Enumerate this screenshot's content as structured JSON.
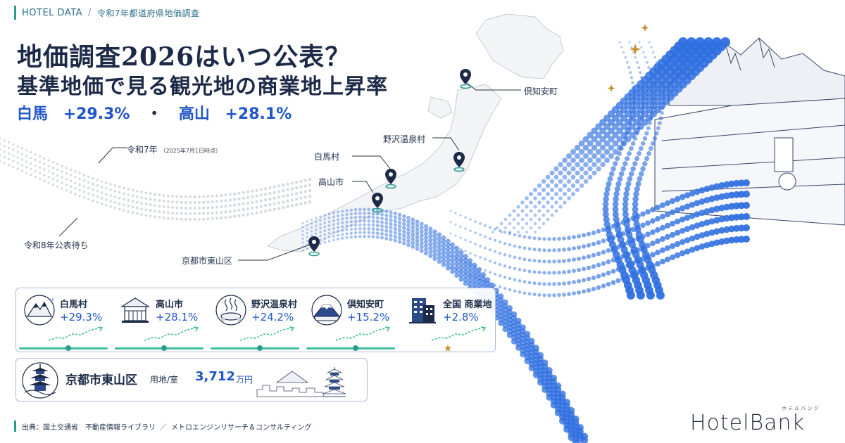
{
  "breadcrumb": {
    "section": "HOTEL DATA",
    "separator": "/",
    "topic": "令和7年都道府県地価調査"
  },
  "headline": {
    "title": "地価調査2026はいつ公表？",
    "subtitle": "基準地価で見る観光地の商業地上昇率",
    "highlights": [
      {
        "name": "白馬",
        "rate": "+29.3%"
      },
      {
        "name": "高山",
        "rate": "+28.1%"
      }
    ],
    "highlight_separator": "・"
  },
  "timeline": {
    "current": {
      "label": "令和7年",
      "note": "（2025年7月1日時点）"
    },
    "pending": {
      "label": "令和8年公表待ち"
    }
  },
  "map_labels": {
    "kutchan": "倶知安町",
    "nozawa": "野沢温泉村",
    "hakuba": "白馬村",
    "takayama": "高山市",
    "kyoto": "京都市東山区"
  },
  "cards": [
    {
      "name": "白馬村",
      "rate": "+29.3%",
      "icon": "snowy-mountain-icon"
    },
    {
      "name": "高山市",
      "rate": "+28.1%",
      "icon": "traditional-house-icon"
    },
    {
      "name": "野沢温泉村",
      "rate": "+24.2%",
      "icon": "hot-spring-icon"
    },
    {
      "name": "倶知安町",
      "rate": "+15.2%",
      "icon": "mount-yotei-icon"
    },
    {
      "name": "全国 商業地",
      "rate": "+2.8%",
      "icon": "office-building-icon"
    }
  ],
  "kyoto_card": {
    "name": "京都市東山区",
    "label": "用地/室",
    "value": "3,712",
    "unit": "万円",
    "icon": "pagoda-icon"
  },
  "source": {
    "prefix": "出典：",
    "items": [
      "国土交通省　不動産情報ライブラリ",
      "メトロエンジンリサーチ＆コンサルティング"
    ],
    "separator": "／"
  },
  "logo": {
    "text": "HotelBank",
    "kana": "ホテルバンク"
  },
  "colors": {
    "accent": "#1f56c9",
    "teal": "#2a9d8f",
    "navy": "#1c2a48",
    "wave": "#2f6fe0"
  }
}
